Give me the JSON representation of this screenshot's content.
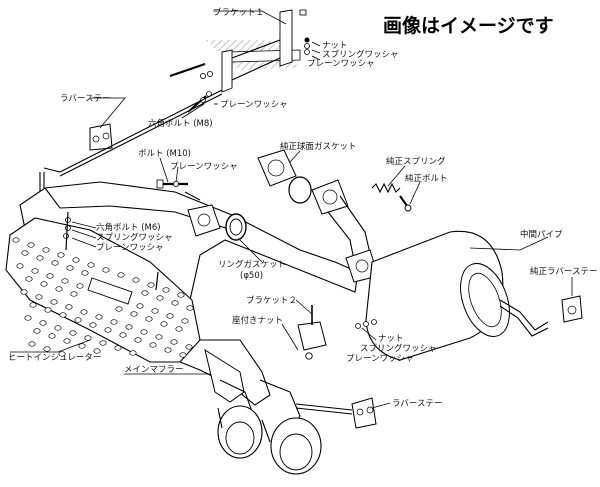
{
  "title": "画像はイメージです",
  "labels": {
    "bracket1": "ブラケット１",
    "nut_top": "ナット",
    "spring_washer_top": "スプリングワッシャ",
    "plain_washer_top": "プレーンワッシャ",
    "rubber_stay_left": "ラバーステー",
    "plain_washer_mid": "プレーンワッシャ",
    "hex_bolt_m8": "六角ボルト (M8)",
    "bolt_m10": "ボルト (M10)",
    "plain_washer_bolt": "プレーンワッシャ",
    "oem_sphere_gasket": "純正球面ガスケット",
    "oem_spring": "純正スプリング",
    "oem_bolt": "純正ボルト",
    "hex_bolt_m6": "六角ボルト (M6)",
    "spring_washer_m6": "スプリングワッシャ",
    "plain_washer_m6": "プレーンワッシャ",
    "ring_gasket": "リングガスケット",
    "ring_gasket_size": "(φ50)",
    "center_pipe": "中間パイプ",
    "oem_rubber_stay": "純正ラバーステー",
    "bracket2": "ブラケット２",
    "seated_nut": "座付きナット",
    "nut_bottom": "ナット",
    "spring_washer_bottom": "スプリングワッシャ",
    "plain_washer_bottom": "プレーンワッシャ",
    "heat_insulator": "ヒートインシュレーター",
    "main_muffler": "メインマフラー",
    "rubber_stay_bottom": "ラバーステー"
  },
  "colors": {
    "line": "#000000",
    "background": "#ffffff",
    "hatch": "#9a9a9a"
  }
}
